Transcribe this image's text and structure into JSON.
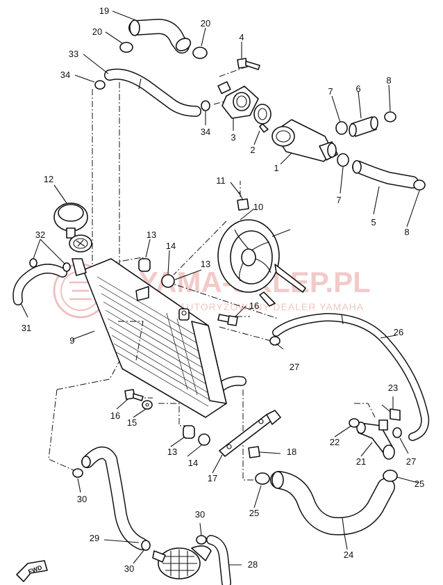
{
  "watermark": {
    "brand": "YAMA-SKLEP.PL",
    "subtitle": "AUTORYZOWANY DEALER YAMAHA"
  },
  "fwd_label": "FWD",
  "callouts": [
    {
      "id": "c1",
      "text": "1"
    },
    {
      "id": "c2",
      "text": "2"
    },
    {
      "id": "c3",
      "text": "3"
    },
    {
      "id": "c4",
      "text": "4"
    },
    {
      "id": "c5",
      "text": "5"
    },
    {
      "id": "c6",
      "text": "6"
    },
    {
      "id": "c7a",
      "text": "7"
    },
    {
      "id": "c7b",
      "text": "7"
    },
    {
      "id": "c8a",
      "text": "8"
    },
    {
      "id": "c8b",
      "text": "8"
    },
    {
      "id": "c9",
      "text": "9"
    },
    {
      "id": "c10",
      "text": "10"
    },
    {
      "id": "c11",
      "text": "11"
    },
    {
      "id": "c12",
      "text": "12"
    },
    {
      "id": "c13a",
      "text": "13"
    },
    {
      "id": "c13b",
      "text": "13"
    },
    {
      "id": "c13c",
      "text": "13"
    },
    {
      "id": "c14a",
      "text": "14"
    },
    {
      "id": "c14b",
      "text": "14"
    },
    {
      "id": "c15",
      "text": "15"
    },
    {
      "id": "c16a",
      "text": "16"
    },
    {
      "id": "c16b",
      "text": "16"
    },
    {
      "id": "c17",
      "text": "17"
    },
    {
      "id": "c18",
      "text": "18"
    },
    {
      "id": "c19",
      "text": "19"
    },
    {
      "id": "c20a",
      "text": "20"
    },
    {
      "id": "c20b",
      "text": "20"
    },
    {
      "id": "c21",
      "text": "21"
    },
    {
      "id": "c22",
      "text": "22"
    },
    {
      "id": "c23",
      "text": "23"
    },
    {
      "id": "c24",
      "text": "24"
    },
    {
      "id": "c25a",
      "text": "25"
    },
    {
      "id": "c25b",
      "text": "25"
    },
    {
      "id": "c26",
      "text": "26"
    },
    {
      "id": "c27a",
      "text": "27"
    },
    {
      "id": "c27b",
      "text": "27"
    },
    {
      "id": "c28",
      "text": "28"
    },
    {
      "id": "c29",
      "text": "29"
    },
    {
      "id": "c30a",
      "text": "30"
    },
    {
      "id": "c30b",
      "text": "30"
    },
    {
      "id": "c30c",
      "text": "30"
    },
    {
      "id": "c31",
      "text": "31"
    },
    {
      "id": "c32",
      "text": "32"
    },
    {
      "id": "c33",
      "text": "33"
    },
    {
      "id": "c34a",
      "text": "34"
    },
    {
      "id": "c34b",
      "text": "34"
    }
  ]
}
